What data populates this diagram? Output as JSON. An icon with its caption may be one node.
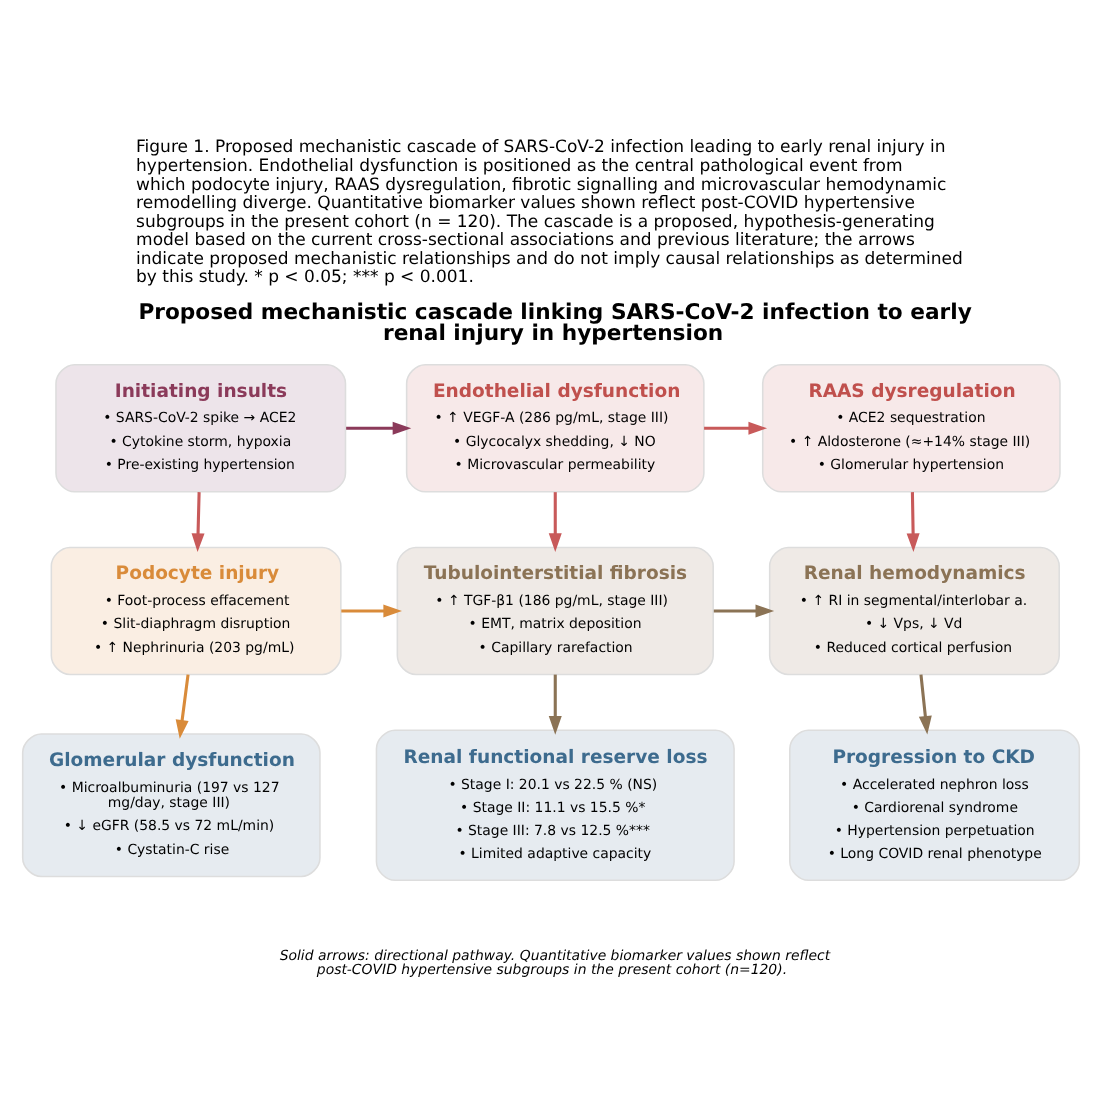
{
  "diagram": {
    "title": "Proposed mechanistic cascade linking SARS-CoV-2 infection to early renal injury in hypertension",
    "caption": "Figure 1. Proposed mechanistic cascade of SARS-CoV-2 infection leading to early renal injury in hypertension. Endothelial dysfunction is positioned as the central pathological event from which podocyte injury, RAAS dysregulation, fibrotic signalling and microvascular hemodynamic remodelling diverge. Quantitative biomarker values shown reflect post-COVID hypertensive subgroups in the present cohort (n = 120). The cascade is a proposed, hypothesis-generating model based on the current cross-sectional associations and previous literature; the arrows indicate proposed mechanistic relationships and do not imply causal relationships as determined by this study. * p < 0.05; *** p < 0.001.",
    "nodes": [
      {
        "text": [
          "Initiating insults",
          "• SARS-CoV-2 spike → ACE2",
          "• Cytokine storm, hypoxia",
          "• Pre-existing hypertension"
        ]
      },
      {
        "text": [
          "Endothelial dysfunction",
          "• ↑ VEGF-A (286 pg/mL, stage III)",
          "• Glycocalyx shedding, ↓ NO",
          "• Microvascular permeability"
        ]
      },
      {
        "text": [
          "RAAS dysregulation",
          "• ACE2 sequestration",
          "• ↑ Aldosterone (≈+14% stage III)",
          "• Glomerular hypertension"
        ]
      },
      {
        "text": [
          "Podocyte injury",
          "• Foot-process effacement",
          "• Slit-diaphragm disruption",
          "• ↑ Nephrinuria (203 pg/mL)"
        ]
      },
      {
        "text": [
          "Tubulointerstitial fibrosis",
          "• ↑ TGF-β1 (186 pg/mL, stage III)",
          "• EMT, matrix deposition",
          "• Capillary rarefaction"
        ]
      },
      {
        "text": [
          "Renal hemodynamics",
          "• ↑ RI in segmental/interlobar a.",
          "• ↓ Vps, ↓ Vd",
          "• Reduced cortical perfusion"
        ]
      },
      {
        "text": [
          "Glomerular dysfunction",
          "• Microalbuminuria (197 vs 127 mg/day, stage III)",
          "• ↓ eGFR (58.5 vs 72 mL/min)",
          "• Cystatin-C rise"
        ]
      },
      {
        "text": [
          "Renal functional reserve loss",
          "• Stage I: 20.1 vs 22.5 % (NS)",
          "• Stage II: 11.1 vs 15.5 %*",
          "• Stage III: 7.8 vs 12.5 %***",
          "• Limited adaptive capacity"
        ]
      },
      {
        "text": [
          "Progression to CKD",
          "• Accelerated nephron loss",
          "• Cardiorenal syndrome",
          "• Hypertension perpetuation",
          "• Long COVID renal phenotype"
        ]
      }
    ],
    "edges": [
      {
        "from": 0,
        "to": 1,
        "arrow": "to",
        "color": "#8b3a5a"
      },
      {
        "from": 1,
        "to": 2,
        "arrow": "to"
      },
      {
        "from": 0,
        "to": 3,
        "arrow": "to"
      },
      {
        "from": 1,
        "to": 4,
        "arrow": "to"
      },
      {
        "from": 2,
        "to": 5,
        "arrow": "to"
      },
      {
        "from": 3,
        "to": 4,
        "arrow": "to",
        "color": "#d98b3a"
      },
      {
        "from": 4,
        "to": 5,
        "arrow": "to",
        "color": "#8b7355"
      },
      {
        "from": 3,
        "to": 6,
        "arrow": "to",
        "color": "#d98b3a"
      },
      {
        "from": 4,
        "to": 7,
        "arrow": "to",
        "color": "#8b7355"
      },
      {
        "from": 5,
        "to": 8,
        "arrow": "to",
        "color": "#8b7355"
      }
    ],
    "labels": [
      "Solid arrows: directional pathway. Quantitative biomarker values shown reflect post-COVID hypertensive subgroups in the present cohort (n=120)."
    ]
  }
}
